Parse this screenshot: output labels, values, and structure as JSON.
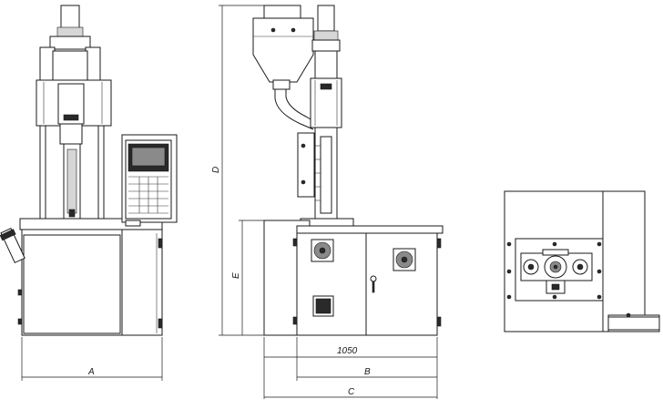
{
  "dimensions": {
    "a": "A",
    "b": "B",
    "c": "C",
    "d": "D",
    "e": "E",
    "width_1050": "1050"
  }
}
